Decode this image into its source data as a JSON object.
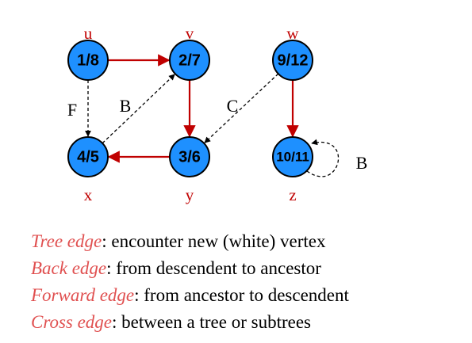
{
  "colors": {
    "node_fill": "#1e90ff",
    "node_stroke": "#000000",
    "tree_edge": "#c00000",
    "other_edge": "#000000",
    "vertex_label": "#c00000",
    "legend_term": "#e05050"
  },
  "graph": {
    "vertices": [
      {
        "id": "u",
        "label": "u",
        "times": "1/8"
      },
      {
        "id": "v",
        "label": "v",
        "times": "2/7"
      },
      {
        "id": "w",
        "label": "w",
        "times": "9/12"
      },
      {
        "id": "x",
        "label": "x",
        "times": "4/5"
      },
      {
        "id": "y",
        "label": "y",
        "times": "3/6"
      },
      {
        "id": "z",
        "label": "z",
        "times": "10/11"
      }
    ],
    "edges": [
      {
        "from": "u",
        "to": "v",
        "kind": "tree",
        "label": ""
      },
      {
        "from": "v",
        "to": "y",
        "kind": "tree",
        "label": ""
      },
      {
        "from": "y",
        "to": "x",
        "kind": "tree",
        "label": ""
      },
      {
        "from": "w",
        "to": "z",
        "kind": "tree",
        "label": ""
      },
      {
        "from": "u",
        "to": "x",
        "kind": "forward",
        "label": "F"
      },
      {
        "from": "x",
        "to": "v",
        "kind": "back",
        "label": "B"
      },
      {
        "from": "w",
        "to": "y",
        "kind": "cross",
        "label": "C"
      },
      {
        "from": "z",
        "to": "z",
        "kind": "back",
        "label": "B"
      }
    ]
  },
  "legend": [
    {
      "term": "Tree edge",
      "desc": ": encounter new (white) vertex"
    },
    {
      "term": "Back edge",
      "desc": ": from descendent to ancestor"
    },
    {
      "term": "Forward edge",
      "desc": ": from ancestor to descendent"
    },
    {
      "term": "Cross edge",
      "desc": ": between a tree or subtrees"
    }
  ]
}
